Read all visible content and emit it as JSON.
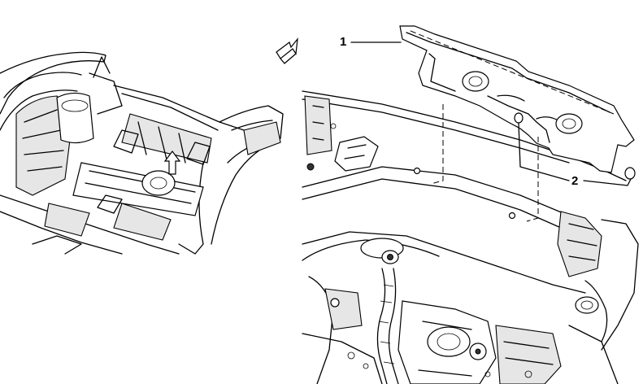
{
  "diagram": {
    "callouts": [
      {
        "id": "1",
        "label": "1"
      },
      {
        "id": "2",
        "label": "2"
      }
    ],
    "colors": {
      "line": "#000000",
      "background": "#ffffff",
      "fill": "#e6e6e6"
    }
  }
}
